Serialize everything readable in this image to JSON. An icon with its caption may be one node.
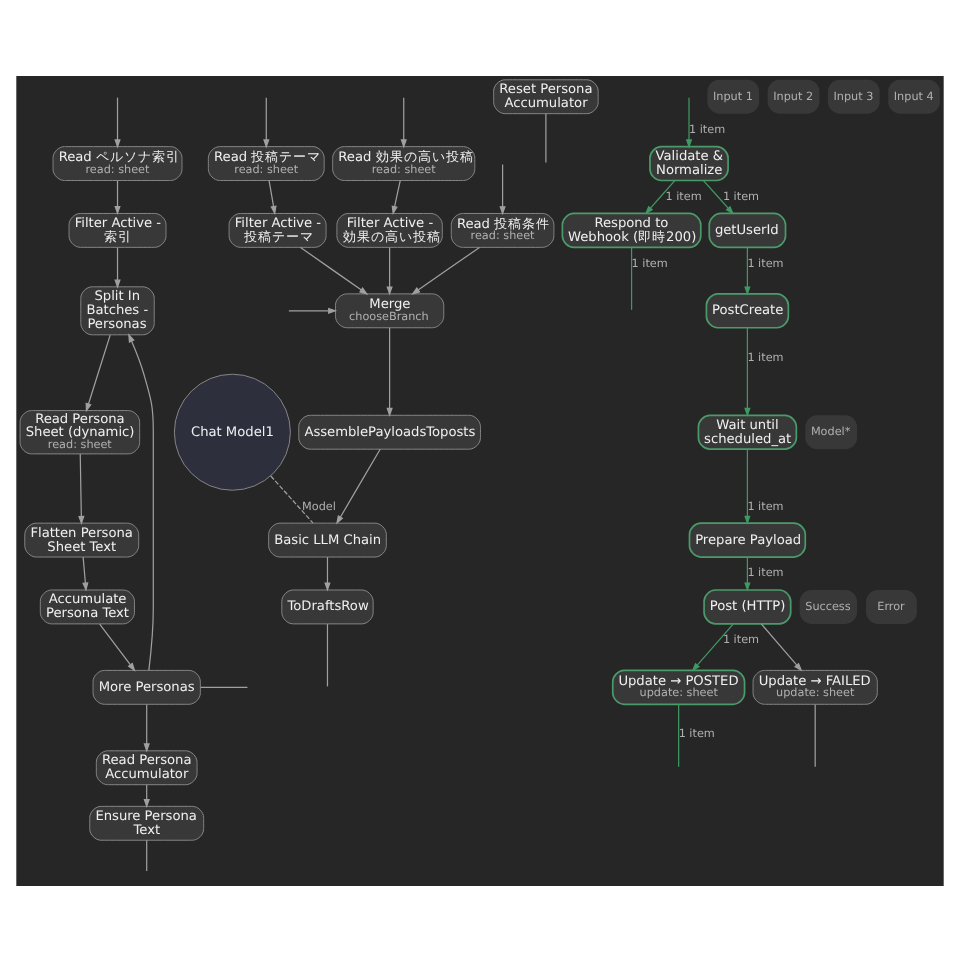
{
  "diagram": {
    "nodes": [
      {
        "text": [
          "Split In Batches - Personas"
        ]
      },
      {
        "text": [
          "Read Persona Sheet (dynamic)",
          "read: sheet"
        ]
      },
      {
        "text": [
          "Flatten Persona Sheet Text"
        ]
      },
      {
        "text": [
          "Accumulate Persona Text"
        ]
      },
      {
        "text": [
          "More Personas"
        ]
      },
      {
        "text": [
          "Read Persona Accumulator"
        ]
      },
      {
        "text": [
          "Ensure Persona Text"
        ]
      },
      {
        "text": [
          "Read ペルソナ索引",
          "read: sheet"
        ]
      },
      {
        "text": [
          "Filter Active - 索引"
        ]
      },
      {
        "text": [
          "Read 投稿条件",
          "read: sheet"
        ]
      },
      {
        "text": [
          "Reset Persona Accumulator"
        ]
      },
      {
        "text": [
          "Read 投稿テーマ",
          "read: sheet"
        ]
      },
      {
        "text": [
          "Filter Active - 投稿テーマ"
        ]
      },
      {
        "text": [
          "Read 効果の高い投稿",
          "read: sheet"
        ]
      },
      {
        "text": [
          "Filter Active - 効果の高い投稿"
        ]
      },
      {
        "text": [
          "Merge",
          "chooseBranch"
        ]
      },
      {
        "text": [
          "AssemblePayloadsToposts"
        ]
      },
      {
        "text": [
          "Basic LLM Chain"
        ]
      },
      {
        "text": [
          "ToDraftsRow"
        ]
      },
      {
        "text": [
          "Chat Model1"
        ]
      },
      {
        "text": [
          "Validate & Normalize"
        ]
      },
      {
        "text": [
          "Respond to Webhook (即時200)"
        ]
      },
      {
        "text": [
          "getUserId"
        ]
      },
      {
        "text": [
          "PostCreate"
        ]
      },
      {
        "text": [
          "Wait until scheduled_at"
        ]
      },
      {
        "text": [
          "Prepare Payload"
        ]
      },
      {
        "text": [
          "Post (HTTP)"
        ]
      },
      {
        "text": [
          "Update → POSTED",
          "update: sheet"
        ]
      },
      {
        "text": [
          "Update → FAILED",
          "update: sheet"
        ]
      }
    ],
    "edges": [
      {
        "from": 0,
        "to": 1,
        "arrow": "to"
      },
      {
        "from": 1,
        "to": 2,
        "arrow": "to"
      },
      {
        "from": 2,
        "to": 3,
        "arrow": "to"
      },
      {
        "from": 3,
        "to": 4,
        "arrow": "to"
      },
      {
        "from": 4,
        "to": 0,
        "arrow": "to"
      },
      {
        "from": 4,
        "to": 5,
        "arrow": "to"
      },
      {
        "from": 4,
        "to": null,
        "arrow": "none"
      },
      {
        "from": 5,
        "to": 6,
        "arrow": "to"
      },
      {
        "from": 6,
        "to": null,
        "arrow": "none"
      },
      {
        "from": null,
        "to": 7,
        "arrow": "to"
      },
      {
        "from": null,
        "to": 9,
        "arrow": "to"
      },
      {
        "from": null,
        "to": 11,
        "arrow": "to"
      },
      {
        "from": null,
        "to": 13,
        "arrow": "to"
      },
      {
        "from": 7,
        "to": 8,
        "arrow": "to"
      },
      {
        "from": 8,
        "to": 0,
        "arrow": "to"
      },
      {
        "from": 9,
        "to": 15,
        "arrow": "to"
      },
      {
        "from": 10,
        "to": null,
        "arrow": "none"
      },
      {
        "from": 11,
        "to": 12,
        "arrow": "to"
      },
      {
        "from": 12,
        "to": 15,
        "arrow": "to"
      },
      {
        "from": 13,
        "to": 14,
        "arrow": "to"
      },
      {
        "from": 14,
        "to": 15,
        "arrow": "to"
      },
      {
        "from": null,
        "to": 15,
        "arrow": "to"
      },
      {
        "from": 15,
        "to": 16,
        "arrow": "to"
      },
      {
        "from": 16,
        "to": 17,
        "arrow": "to"
      },
      {
        "from": 17,
        "to": 18,
        "arrow": "to"
      },
      {
        "from": 18,
        "to": null,
        "arrow": "none"
      },
      {
        "from": 19,
        "to": 17,
        "arrow": "none",
        "style": "dashed",
        "label": "Model"
      },
      {
        "from": null,
        "to": 20,
        "arrow": "to",
        "label": "1 item",
        "color": "#3f9a62"
      },
      {
        "from": 20,
        "to": 21,
        "arrow": "to",
        "label": "1 item",
        "color": "#3f9a62"
      },
      {
        "from": 20,
        "to": 22,
        "arrow": "to",
        "label": "1 item",
        "color": "#3f9a62"
      },
      {
        "from": 21,
        "to": null,
        "arrow": "none",
        "label": "1 item",
        "color": "#3f9a62"
      },
      {
        "from": 22,
        "to": 23,
        "arrow": "to",
        "label": "1 item",
        "color": "#3f9a62"
      },
      {
        "from": 23,
        "to": 24,
        "arrow": "to",
        "label": "1 item",
        "color": "#3f9a62"
      },
      {
        "from": 24,
        "to": 25,
        "arrow": "to",
        "label": "1 item",
        "color": "#3f9a62"
      },
      {
        "from": 25,
        "to": 26,
        "arrow": "to",
        "label": "1 item",
        "color": "#3f9a62"
      },
      {
        "from": 26,
        "to": 27,
        "arrow": "to",
        "label": "1 item",
        "color": "#3f9a62"
      },
      {
        "from": 26,
        "to": 28,
        "arrow": "to"
      },
      {
        "from": 27,
        "to": null,
        "arrow": "none",
        "label": "1 item",
        "color": "#3f9a62"
      },
      {
        "from": 28,
        "to": null,
        "arrow": "none"
      }
    ],
    "labels": [
      "Input 1",
      "Input 2",
      "Input 3",
      "Input 4",
      "Model*",
      "Success",
      "Error"
    ]
  }
}
